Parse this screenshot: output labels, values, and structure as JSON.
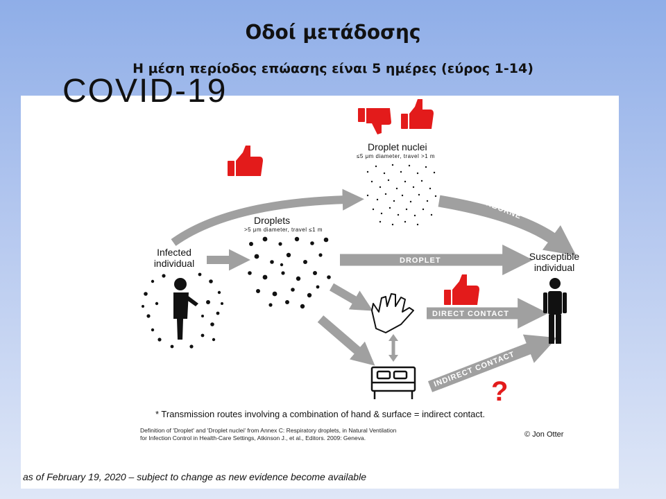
{
  "slide": {
    "title": "Οδοί μετάδοσης",
    "subtitle": "Η μέση περίοδος επώασης είναι 5 ημέρες (εύρος 1-14)"
  },
  "figure": {
    "partial_heading": "COVID-19",
    "nodes": {
      "infected": "Infected individual",
      "droplets": "Droplets",
      "droplets_note": ">5 μm diameter, travel ≤1 m",
      "droplet_nuclei": "Droplet nuclei",
      "droplet_nuclei_note": "≤5 μm diameter, travel >1 m",
      "susceptible": "Susceptible individual"
    },
    "routes": {
      "airborne": "AIRBORNE",
      "droplet": "DROPLET",
      "direct_contact": "DIRECT CONTACT",
      "indirect_contact": "INDIRECT CONTACT"
    },
    "footnote": "* Transmission routes involving a combination of hand & surface = indirect contact.",
    "reference": [
      "Definition of 'Droplet' and 'Droplet nuclei' from Annex C: Respiratory droplets, in Natural Ventilation",
      "for Infection Control in Health-Care Settings, Atkinson J., et al., Editors. 2009: Geneva."
    ],
    "copyright": "© Jon Otter",
    "status_note": "as of February 19, 2020 – subject to change as new evidence become available",
    "icons": [
      "thumbs-up-icon",
      "thumbs-down-icon",
      "question-mark-icon",
      "person-icon",
      "hand-icon",
      "bed-icon"
    ],
    "colors": {
      "accent_red": "#e31b1b",
      "arrow_gray": "#a0a0a0"
    }
  }
}
